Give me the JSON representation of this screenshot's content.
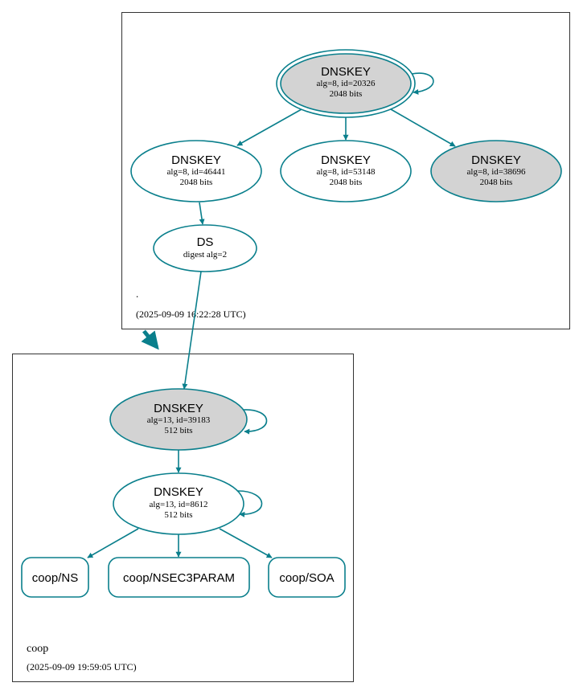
{
  "colors": {
    "edge": "#0a7f8c",
    "box_border": "#333333",
    "filled_node": "#d3d3d3",
    "background": "#ffffff"
  },
  "zones": {
    "root": {
      "name": ".",
      "timestamp": "(2025-09-09 16:22:28 UTC)"
    },
    "coop": {
      "name": "coop",
      "timestamp": "(2025-09-09 19:59:05 UTC)"
    }
  },
  "nodes": {
    "root_ksk": {
      "title": "DNSKEY",
      "line1": "alg=8, id=20326",
      "line2": "2048 bits",
      "filled": true
    },
    "root_zsk1": {
      "title": "DNSKEY",
      "line1": "alg=8, id=46441",
      "line2": "2048 bits",
      "filled": false
    },
    "root_zsk2": {
      "title": "DNSKEY",
      "line1": "alg=8, id=53148",
      "line2": "2048 bits",
      "filled": false
    },
    "root_zsk3": {
      "title": "DNSKEY",
      "line1": "alg=8, id=38696",
      "line2": "2048 bits",
      "filled": true
    },
    "ds": {
      "title": "DS",
      "line1": "digest alg=2"
    },
    "coop_ksk": {
      "title": "DNSKEY",
      "line1": "alg=13, id=39183",
      "line2": "512 bits",
      "filled": true
    },
    "coop_zsk": {
      "title": "DNSKEY",
      "line1": "alg=13, id=8612",
      "line2": "512 bits",
      "filled": false
    },
    "rr_ns": {
      "label": "coop/NS"
    },
    "rr_nsec3param": {
      "label": "coop/NSEC3PARAM"
    },
    "rr_soa": {
      "label": "coop/SOA"
    }
  }
}
